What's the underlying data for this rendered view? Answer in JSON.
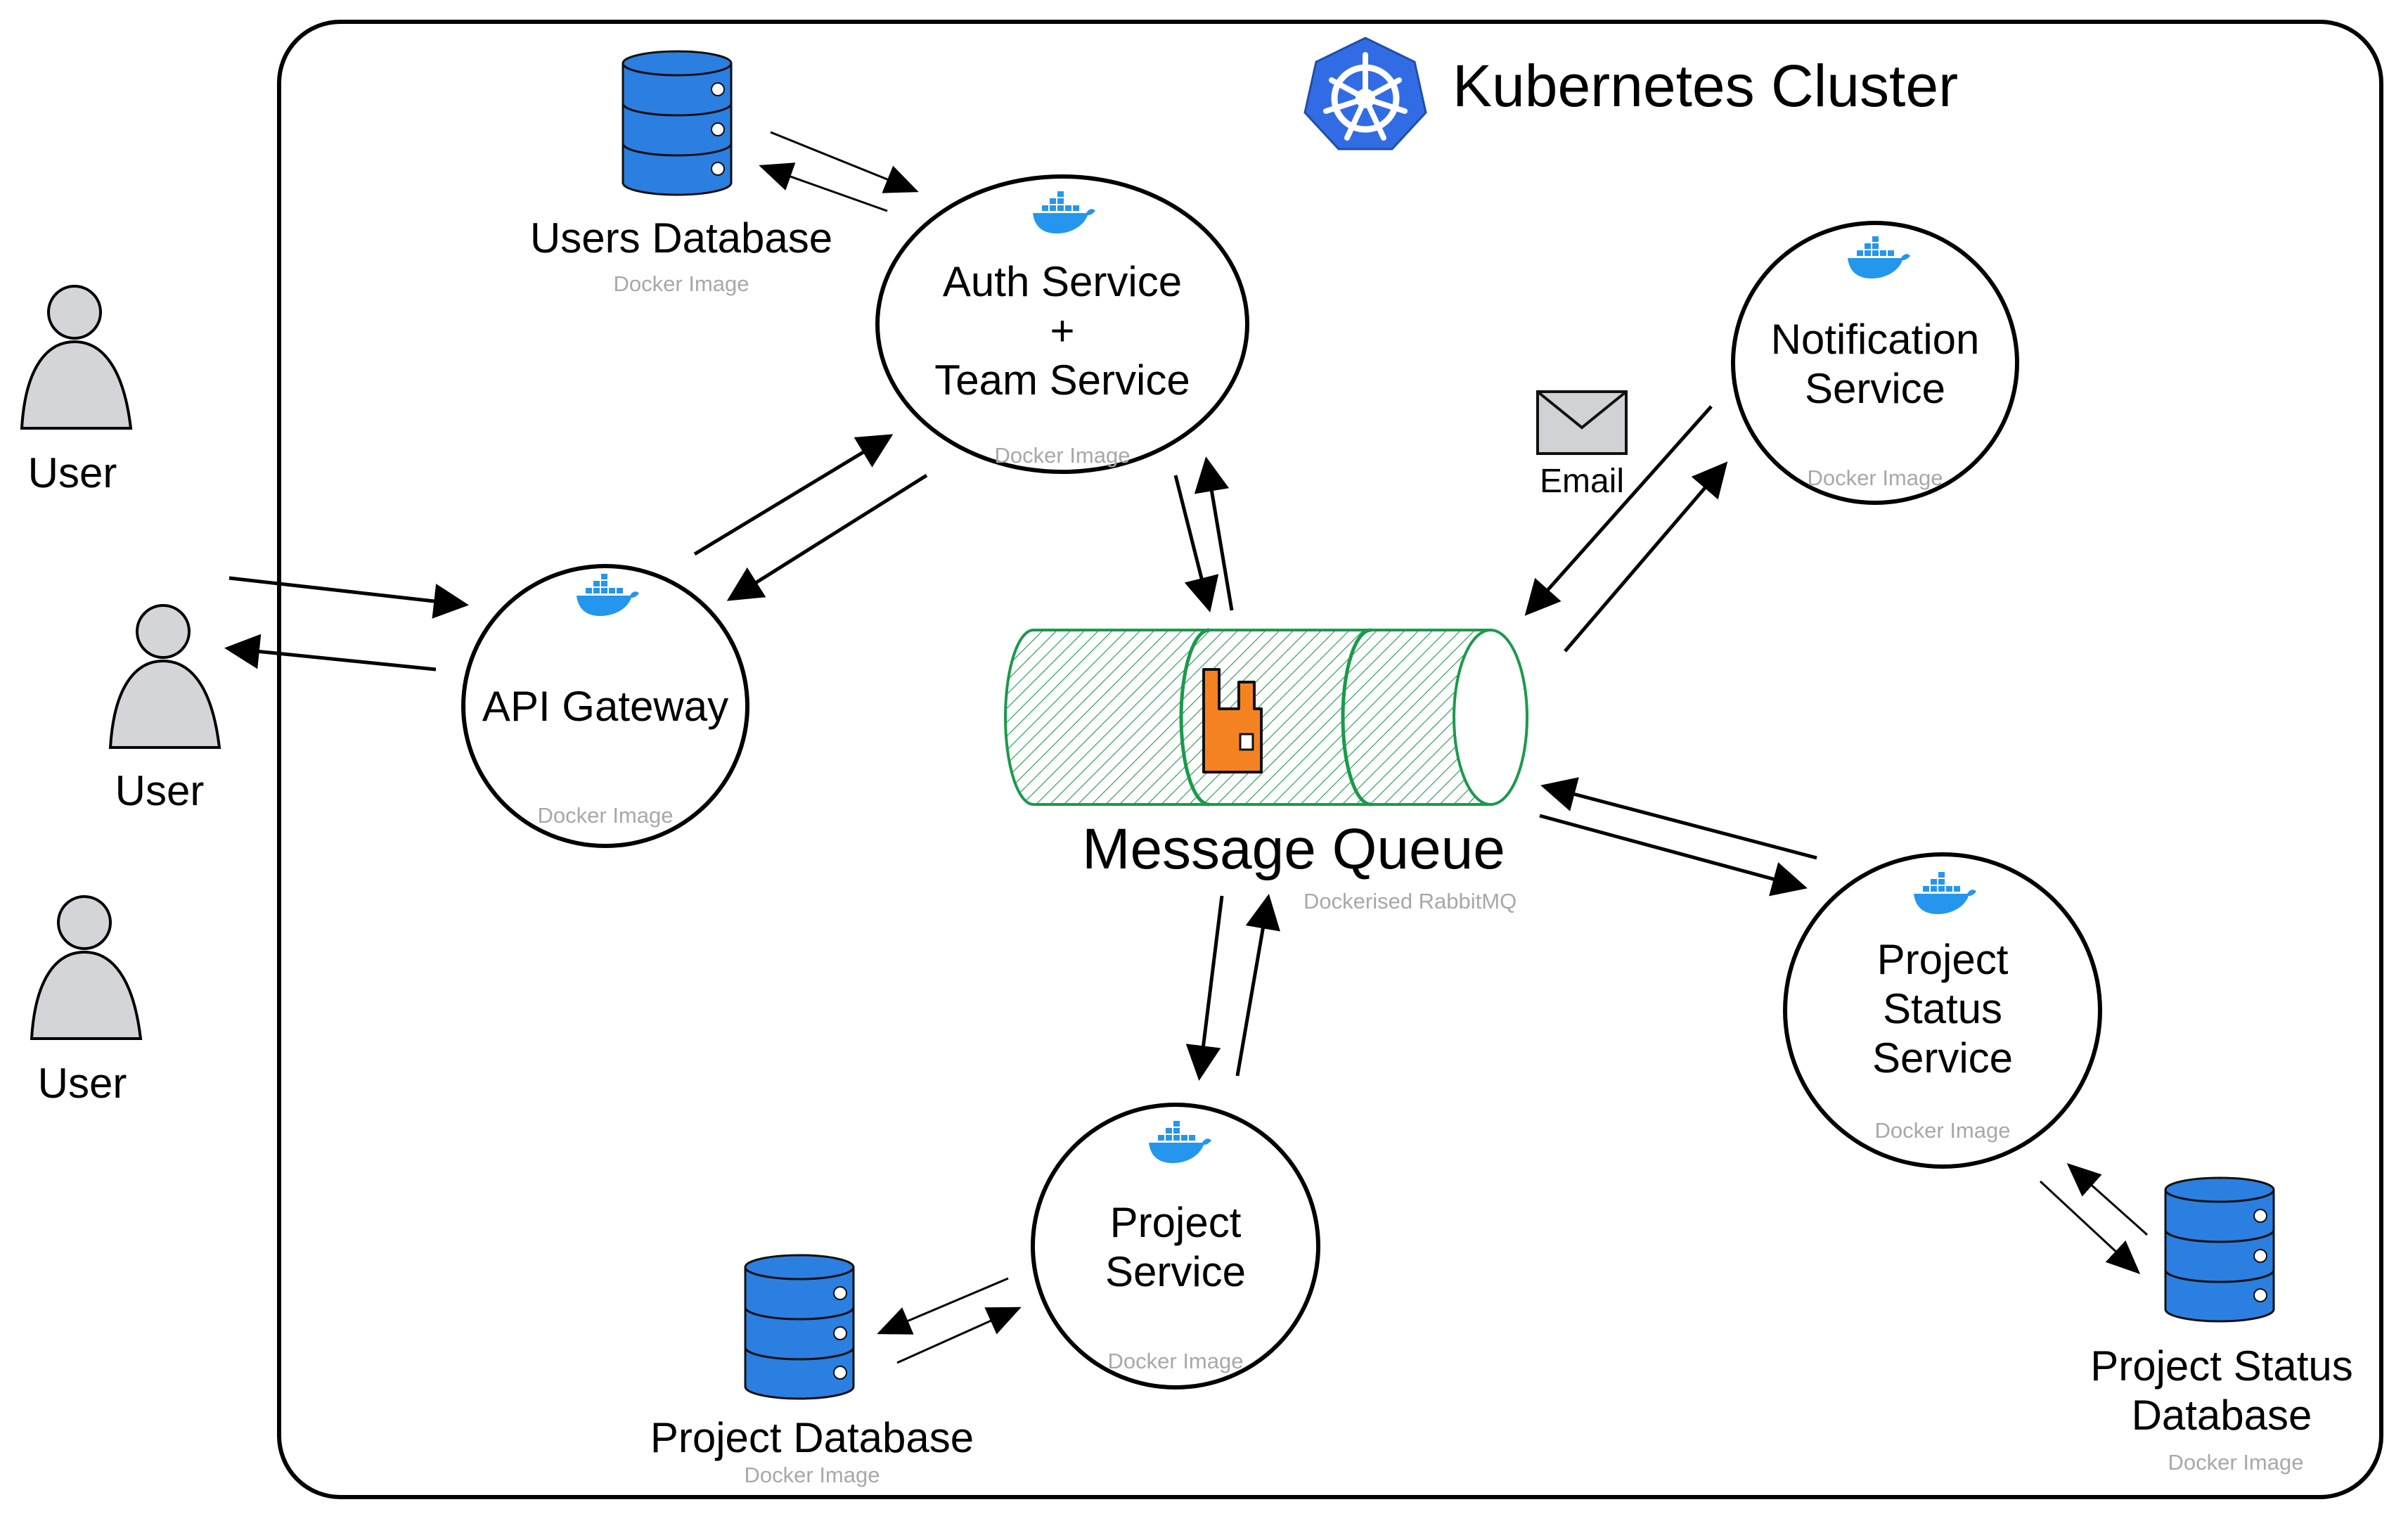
{
  "cluster": {
    "title": "Kubernetes Cluster",
    "icon": "kubernetes-helm-icon",
    "accent": "#326ce5"
  },
  "users": [
    {
      "label": "User"
    },
    {
      "label": "User"
    },
    {
      "label": "User"
    }
  ],
  "services": {
    "auth": {
      "label": "Auth Service\n+\nTeam Service",
      "sub": "Docker Image"
    },
    "gateway": {
      "label": "API Gateway",
      "sub": "Docker Image"
    },
    "notification": {
      "label": "Notification\nService",
      "sub": "Docker Image"
    },
    "project": {
      "label": "Project\nService",
      "sub": "Docker Image"
    },
    "project_status": {
      "label": "Project\nStatus\nService",
      "sub": "Docker Image"
    }
  },
  "databases": {
    "users": {
      "label": "Users Database",
      "sub": "Docker Image"
    },
    "project": {
      "label": "Project Database",
      "sub": "Docker Image"
    },
    "project_status": {
      "label": "Project Status\nDatabase",
      "sub": "Docker Image"
    }
  },
  "queue": {
    "label": "Message Queue",
    "sub": "Dockerised RabbitMQ",
    "icon": "rabbitmq-icon",
    "color": "#1a9a4a"
  },
  "email": {
    "label": "Email",
    "icon": "envelope-icon"
  },
  "colors": {
    "docker_blue": "#2496ed",
    "db_blue": "#2b7fe0",
    "person_gray": "#d3d5d9",
    "rabbit_orange": "#f58220"
  }
}
